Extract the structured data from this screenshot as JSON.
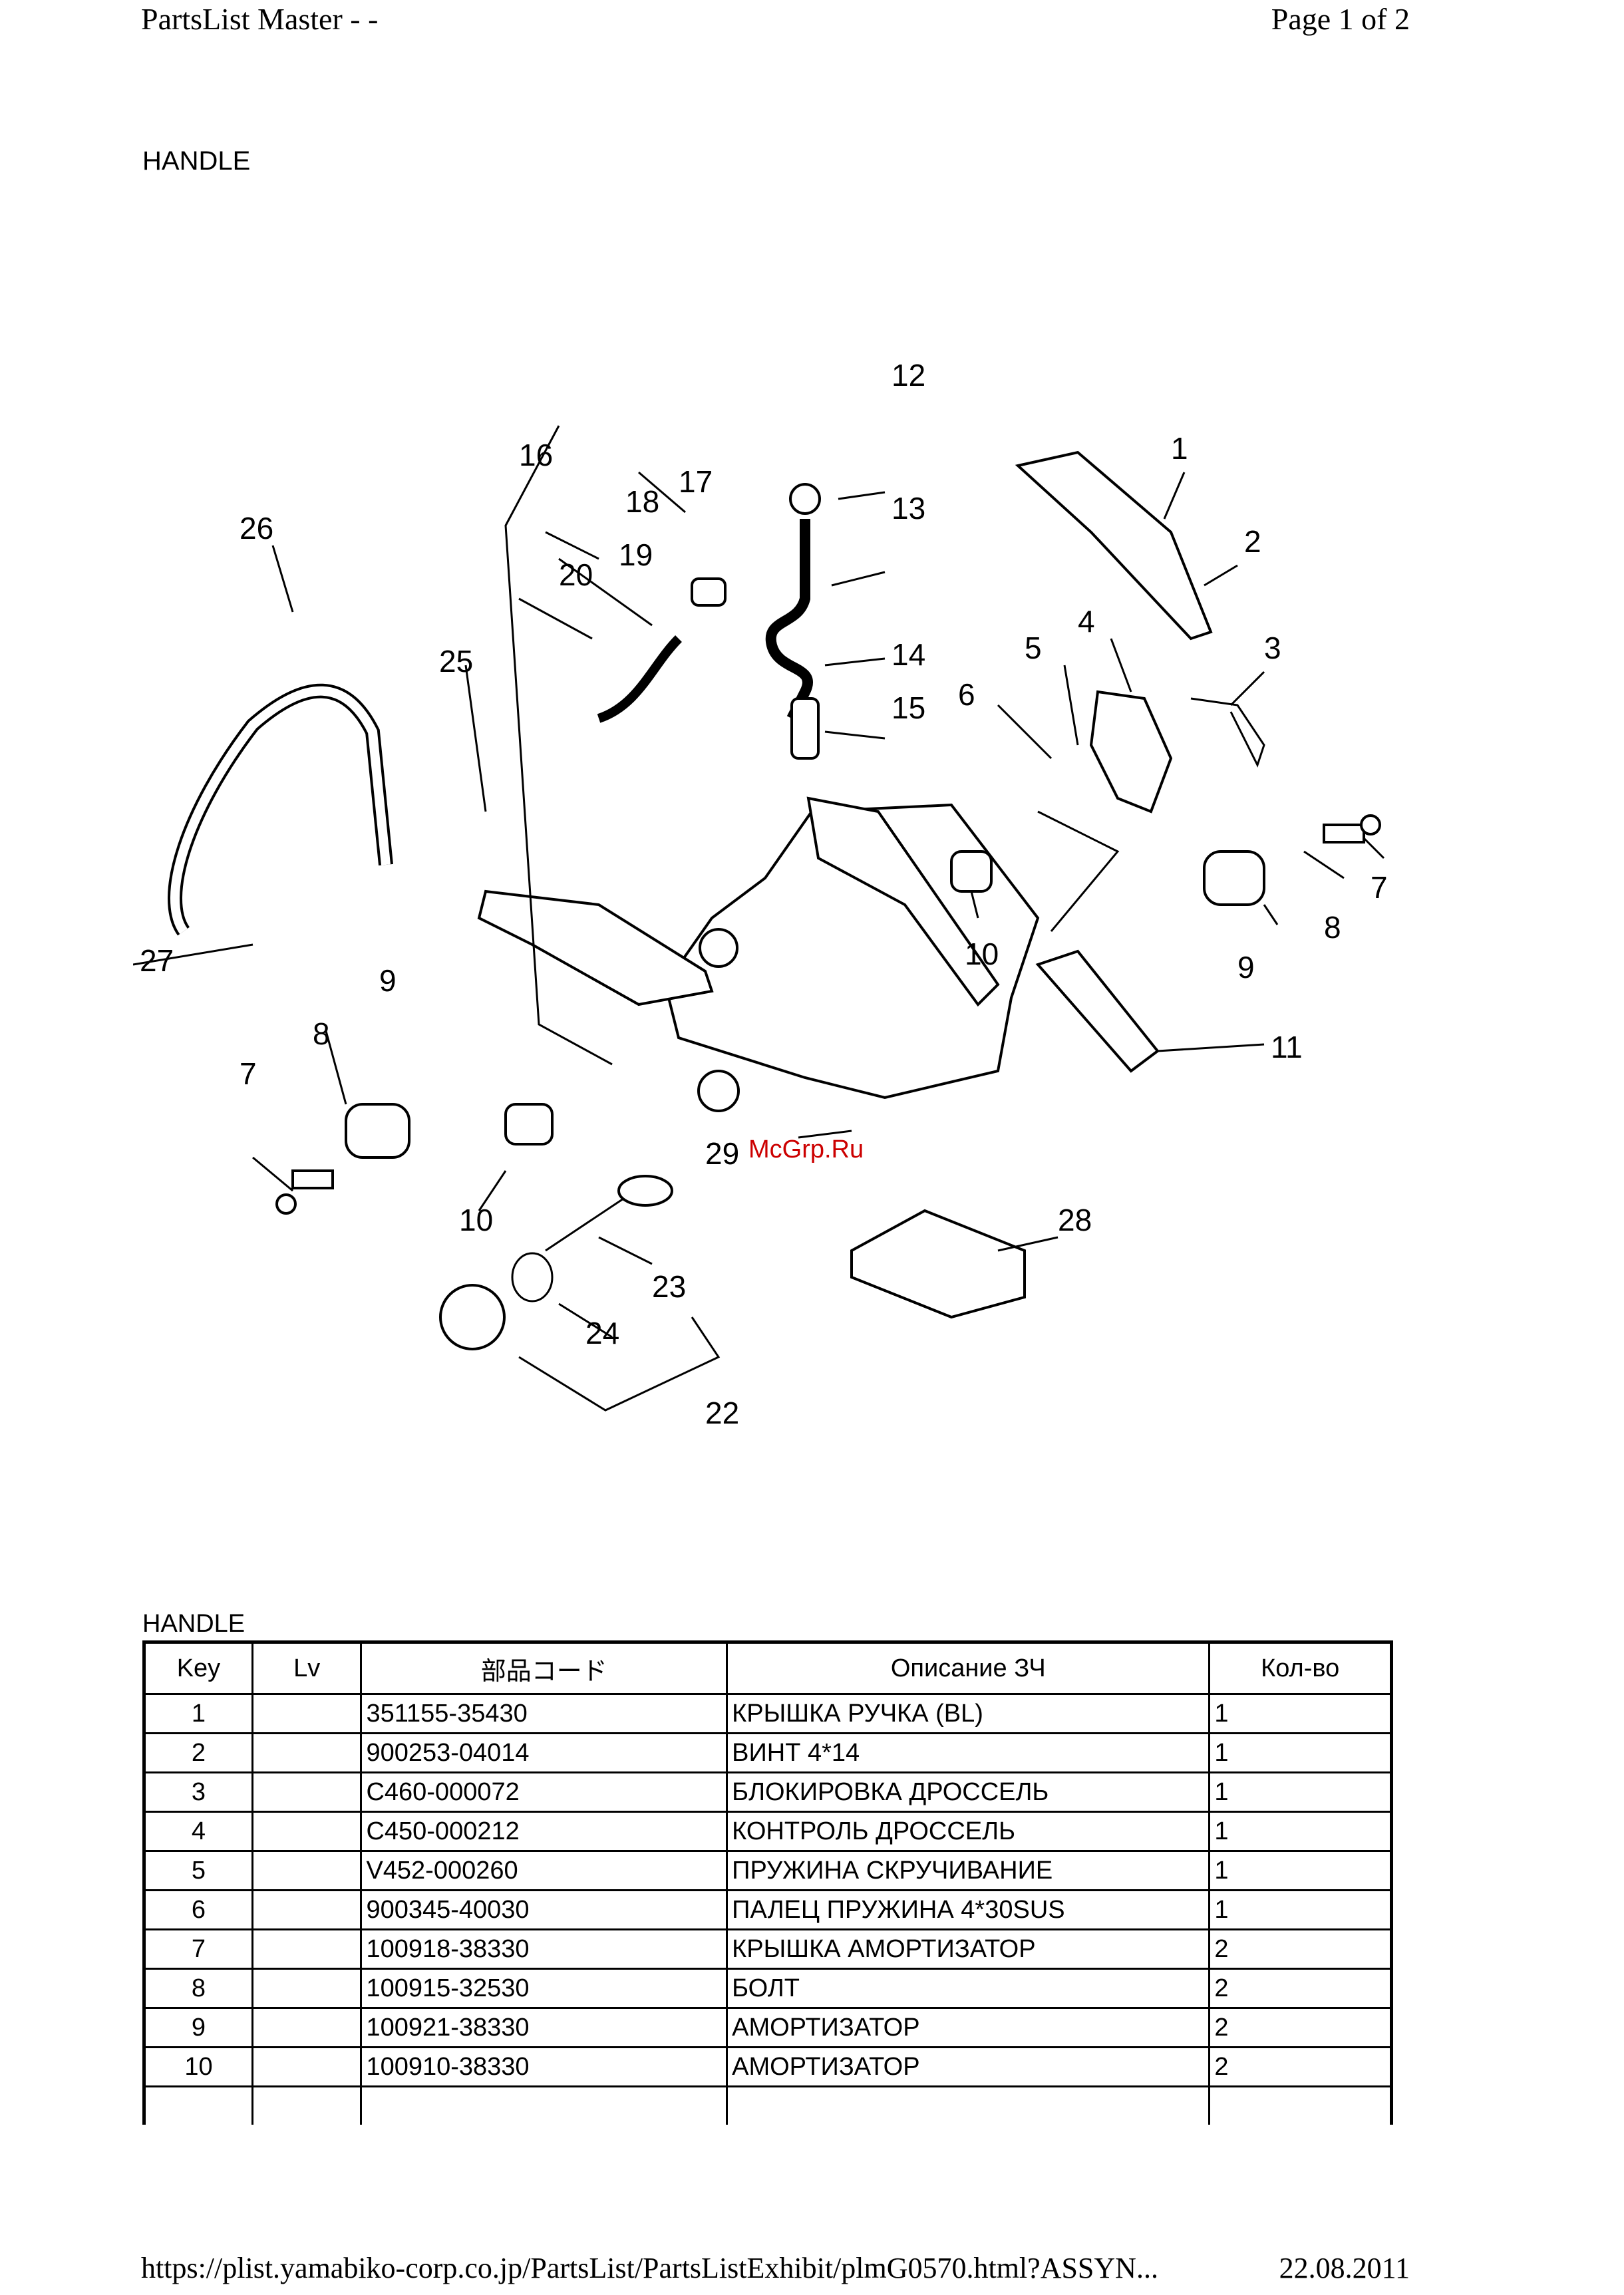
{
  "header": {
    "left": "PartsList Master - -",
    "right": "Page 1 of 2"
  },
  "section_title_top": "HANDLE",
  "diagram": {
    "callouts": [
      "1",
      "2",
      "3",
      "4",
      "5",
      "6",
      "7",
      "8",
      "9",
      "10",
      "11",
      "12",
      "13",
      "14",
      "15",
      "16",
      "17",
      "18",
      "19",
      "20",
      "22",
      "23",
      "24",
      "25",
      "26",
      "27",
      "28",
      "29",
      "7",
      "8",
      "9",
      "10"
    ],
    "watermark": "McGrp.Ru"
  },
  "section_title_table": "HANDLE",
  "table": {
    "headers": [
      "Key",
      "Lv",
      "部品コード",
      "Описание ЗЧ",
      "Кол-во"
    ],
    "rows": [
      {
        "key": "1",
        "lv": "",
        "code": "351155-35430",
        "desc": "КРЫШКА РУЧКА (BL)",
        "qty": "1"
      },
      {
        "key": "2",
        "lv": "",
        "code": "900253-04014",
        "desc": "ВИНТ 4*14",
        "qty": "1"
      },
      {
        "key": "3",
        "lv": "",
        "code": "C460-000072",
        "desc": "БЛОКИРОВКА ДРОССЕЛЬ",
        "qty": "1"
      },
      {
        "key": "4",
        "lv": "",
        "code": "C450-000212",
        "desc": "КОНТРОЛЬ ДРОССЕЛЬ",
        "qty": "1"
      },
      {
        "key": "5",
        "lv": "",
        "code": "V452-000260",
        "desc": "ПРУЖИНА СКРУЧИВАНИЕ",
        "qty": "1"
      },
      {
        "key": "6",
        "lv": "",
        "code": "900345-40030",
        "desc": "ПАЛЕЦ ПРУЖИНА 4*30SUS",
        "qty": "1"
      },
      {
        "key": "7",
        "lv": "",
        "code": "100918-38330",
        "desc": "КРЫШКА АМОРТИЗАТОР",
        "qty": "2"
      },
      {
        "key": "8",
        "lv": "",
        "code": "100915-32530",
        "desc": "БОЛТ",
        "qty": "2"
      },
      {
        "key": "9",
        "lv": "",
        "code": "100921-38330",
        "desc": "АМОРТИЗАТОР",
        "qty": "2"
      },
      {
        "key": "10",
        "lv": "",
        "code": "100910-38330",
        "desc": "АМОРТИЗАТОР",
        "qty": "2"
      }
    ]
  },
  "footer": {
    "url": "https://plist.yamabiko-corp.co.jp/PartsList/PartsListExhibit/plmG0570.html?ASSYN...",
    "date": "22.08.2011"
  }
}
